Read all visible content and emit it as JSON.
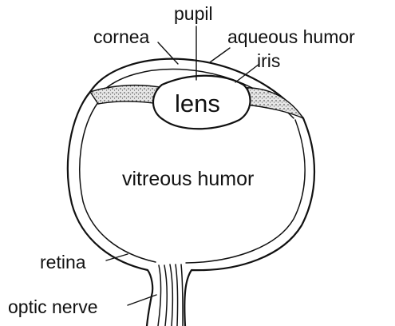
{
  "labels": {
    "cornea": "cornea",
    "pupil": "pupil",
    "aqueous_humor": "aqueous humor",
    "iris": "iris",
    "lens": "lens",
    "vitreous_humor": "vitreous humor",
    "retina": "retina",
    "optic_nerve": "optic nerve"
  },
  "colors": {
    "line": "#111111",
    "background": "#ffffff"
  }
}
